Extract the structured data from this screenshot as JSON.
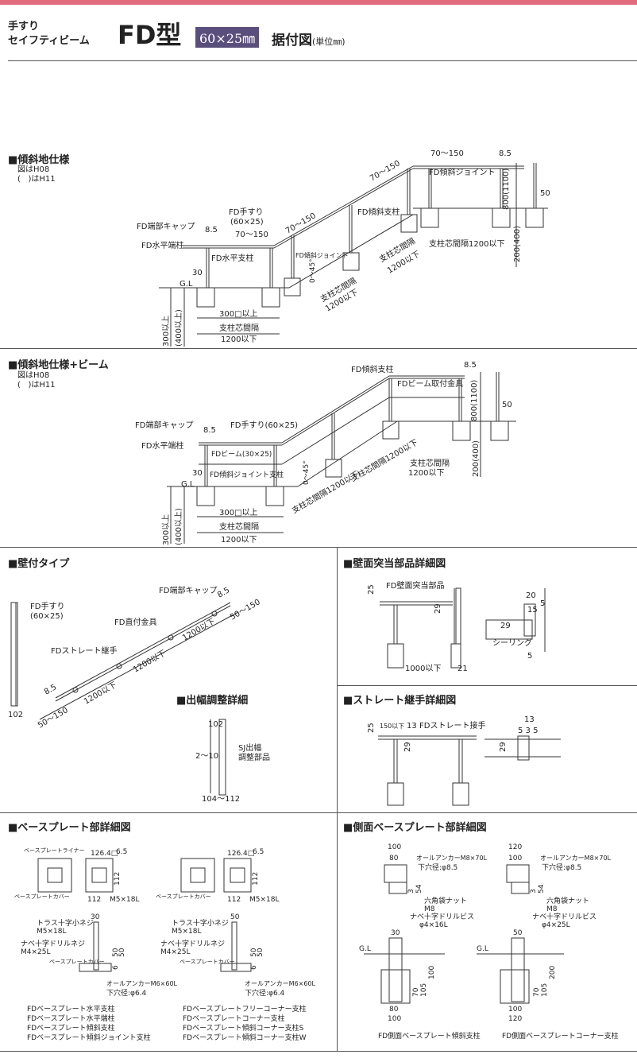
{
  "header": {
    "line1": "手すり",
    "line2": "セイフティビーム",
    "model": "FD型",
    "size_badge": "60×25㎜",
    "subtitle": "据付図",
    "unit": "(単位㎜)"
  },
  "slope": {
    "title": "■傾斜地仕様",
    "note1": "図はH08",
    "note2": "(   )はH11",
    "labels": {
      "d70_150a": "70～150",
      "d8_5": "8.5",
      "joint": "FD傾斜ジョイント",
      "d70_150b": "70～150",
      "d800": "800(1100)",
      "d50": "50",
      "handrail": "FD手すり",
      "handrail_sz": "(60×25)",
      "slope_post": "FD傾斜支柱",
      "end_cap": "FD端部キャップ",
      "d8_5b": "8.5",
      "d70_150c": "70～150",
      "d70_150d": "70～150",
      "h_end_post": "FD水平端柱",
      "h_post": "FD水平支柱",
      "joint_small": "FD傾斜ジョイント",
      "pitch_slope": "支柱芯間隔",
      "pitch_1200": "1200以下",
      "d200": "200(400)",
      "d30": "30",
      "gl": "G.L",
      "angle": "0～45°",
      "pitch_slope2": "支柱芯間隔",
      "pitch_12002": "1200以下",
      "d300": "300以上",
      "d400": "(400以上)",
      "d300sq": "300□以上",
      "pitch": "支柱芯間隔",
      "d1200": "1200以下",
      "pitch_r": "支柱芯間隔1200以下"
    }
  },
  "slope_beam": {
    "title": "■傾斜地仕様+ビーム",
    "note1": "図はH08",
    "note2": "(   )はH11",
    "labels": {
      "slope_post": "FD傾斜支柱",
      "d8_5": "8.5",
      "beam_fitting": "FDビーム取付金具",
      "d800": "800(1100)",
      "d50": "50",
      "end_cap": "FD端部キャップ",
      "handrail": "FD手すり(60×25)",
      "d8_5b": "8.5",
      "h_end_post": "FD水平端柱",
      "beam": "FDビーム(30×25)",
      "joint_post": "FD傾斜ジョイント支柱",
      "d30": "30",
      "gl": "G.L",
      "angle": "0～45°",
      "pitch_s1": "支柱芯間隔1200以下",
      "pitch_s2": "支柱芯間隔1200以下",
      "pitch_r": "支柱芯間隔",
      "d1200r": "1200以下",
      "d200": "200(400)",
      "d300": "300以上",
      "d400": "(400以上)",
      "d300sq": "300□以上",
      "pitch": "支柱芯間隔",
      "d1200": "1200以下"
    }
  },
  "wall": {
    "title": "■壁付タイプ",
    "labels": {
      "handrail": "FD手すり",
      "handrail_sz": "(60×25)",
      "end_cap": "FD端部キャップ",
      "d8_5": "8.5",
      "d50_150a": "50～150",
      "wall_fit": "FD直付金具",
      "d1200a": "1200以下",
      "straight": "FDストレート継手",
      "d1200b": "1200以下",
      "d1200c": "1200以下",
      "d8_5b": "8.5",
      "d50_150b": "50～150",
      "d102": "102"
    }
  },
  "wall_detail": {
    "title": "■壁面突当部品詳細図",
    "labels": {
      "part": "FD壁面突当部品",
      "d25": "25",
      "d29": "29",
      "d1000": "1000以下",
      "d21": "21",
      "d20": "20",
      "d5": "5",
      "d15": "15",
      "d29b": "29",
      "sealing": "シーリング",
      "d5b": "5"
    }
  },
  "reach": {
    "title": "■出幅調整詳細",
    "labels": {
      "d102": "102",
      "d2_10": "2～10",
      "sj": "SJ出幅",
      "sj2": "調整部品",
      "d104": "104～112"
    }
  },
  "straight_detail": {
    "title": "■ストレート継手詳細図",
    "labels": {
      "d25": "25",
      "d150": "150以下",
      "d13": "13",
      "part": "FDストレート接手",
      "d29": "29",
      "d13b": "13",
      "d535": "5 3 5",
      "d29b": "29"
    }
  },
  "base": {
    "title": "■ベースプレート部詳細図",
    "labels": {
      "liner": "ベースプレートライナー",
      "cover": "ベースプレートカバー",
      "d126": "126.4□",
      "d6_5": "6.5",
      "d112": "112",
      "d112b": "112",
      "m5": "M5×18L",
      "cover2": "ベースプレートカバー",
      "d126b": "126.4□",
      "d6_5b": "6.5",
      "d112c": "112",
      "d112d": "112",
      "m5b": "M5×18L",
      "d30": "30",
      "truss": "トラス十字小ネジ",
      "truss_sz": "M5×18L",
      "nabe": "ナベ十字ドリルネジ",
      "nabe_sz": "M4×25L",
      "cover3": "ベースプレートカバー",
      "d50": "50",
      "d50b": "50",
      "d6": "6",
      "anchor": "オールアンカーM6×60L",
      "hole": "下穴径:φ6.4",
      "d50c": "50",
      "truss2": "トラス十字小ネジ",
      "truss_sz2": "M5×18L",
      "nabe2": "ナベ十字ドリルネジ",
      "nabe_sz2": "M4×25L",
      "cover4": "ベースプレートカバー",
      "d50d": "50",
      "d50e": "50",
      "d6b": "6",
      "anchor2": "オールアンカーM6×60L",
      "hole2": "下穴径:φ6.4",
      "list_left": [
        "FDベースプレート水平支柱",
        "FDベースプレート水平端柱",
        "FDベースプレート傾斜支柱",
        "FDベースプレート傾斜ジョイント支柱"
      ],
      "list_right": [
        "FDベースプレートフリーコーナー支柱",
        "FDベースプレートコーナー支柱",
        "FDベースプレート傾斜コーナー支柱S",
        "FDベースプレート傾斜コーナー支柱W"
      ]
    }
  },
  "side_base": {
    "title": "■側面ベースプレート部詳細図",
    "labels": {
      "d100": "100",
      "d80": "80",
      "anchor": "オールアンカーM8×70L",
      "hole": "下穴径:φ8.5",
      "d54": "54",
      "d3": "3",
      "nut": "六角袋ナット",
      "m8": "M8",
      "drill": "ナベ十字ドリルビス",
      "drill_sz": "φ4×16L",
      "d120": "120",
      "d100b": "100",
      "anchor2": "オールアンカーM8×70L",
      "hole2": "下穴径:φ8.5",
      "d54b": "54",
      "d3b": "3",
      "nut2": "六角袋ナット",
      "m8b": "M8",
      "drill2": "ナベ十字ドリルビス",
      "drill_sz2": "φ4×25L",
      "d30": "30",
      "gl": "G.L",
      "d70": "70",
      "d105": "105",
      "d100c": "100",
      "d80b": "80",
      "d100d": "100",
      "d50": "50",
      "gl2": "G.L",
      "d70b": "70",
      "d105b": "105",
      "d200": "200",
      "d100e": "100",
      "d120b": "120",
      "cap1": "FD側面ベースプレート傾斜支柱",
      "cap2": "FD側面ベースプレートコーナー支柱"
    }
  }
}
